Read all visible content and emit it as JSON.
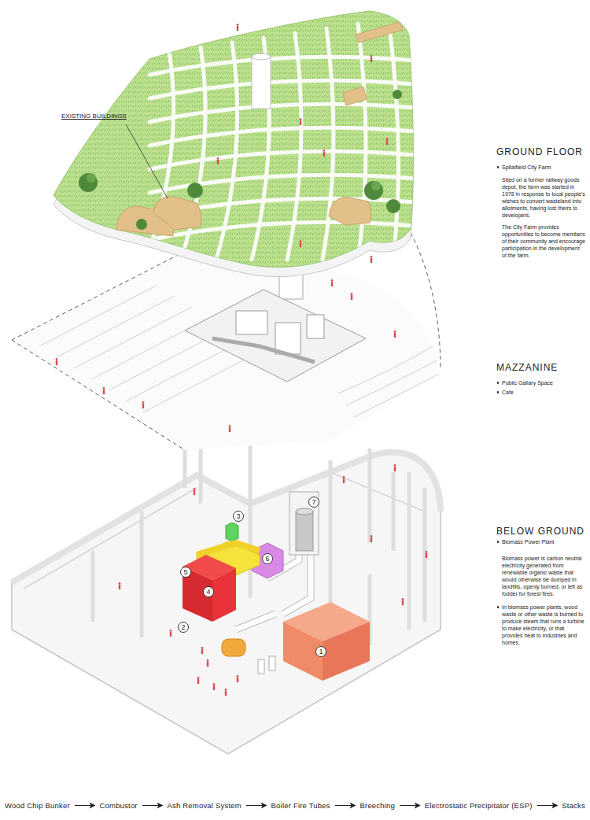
{
  "diagram": {
    "nodes": [
      {
        "text": [
          "Wood Chip Bunker"
        ]
      },
      {
        "text": [
          "Combustor"
        ]
      },
      {
        "text": [
          "Ash Removal System"
        ]
      },
      {
        "text": [
          "Boiler Fire Tubes"
        ]
      },
      {
        "text": [
          "Breeching"
        ]
      },
      {
        "text": [
          "Electrostatic Precipitator (ESP)"
        ]
      },
      {
        "text": [
          "Stacks"
        ]
      }
    ],
    "edges": [
      {
        "from": 0,
        "to": 1,
        "arrow": "to"
      },
      {
        "from": 1,
        "to": 2,
        "arrow": "to"
      },
      {
        "from": 2,
        "to": 3,
        "arrow": "to"
      },
      {
        "from": 3,
        "to": 4,
        "arrow": "to"
      },
      {
        "from": 4,
        "to": 5,
        "arrow": "to"
      },
      {
        "from": 5,
        "to": 6,
        "arrow": "to"
      }
    ],
    "labels": [
      "EXISTING BUILDINGS",
      "GROUND FLOOR",
      "Spitalfield City Farm",
      "Sited on a former railway goods depot, the farm was started in 1978 in response to local people's wishes to convert wasteland into allotments, having lost theirs to developers.",
      "The City Farm provides opportunities to become members of their community and encourage participation in the development of the farm.",
      "MAZZANINE",
      "Public Gallary Space",
      "Cafe",
      "BELOW GROUND",
      "Biomass Power Plant",
      "Biomass power is carbon neutral electricity generated from renewable organic waste that would otherwise be dumped in landfills, openly burned, or left as fodder for forest fires.",
      "In biomass power plants, wood waste or other waste is burned to produce steam that runs a turbine to make electricity, or that provides heat to industries and homes.",
      "1",
      "2",
      "3",
      "4",
      "5",
      "6",
      "7"
    ]
  }
}
